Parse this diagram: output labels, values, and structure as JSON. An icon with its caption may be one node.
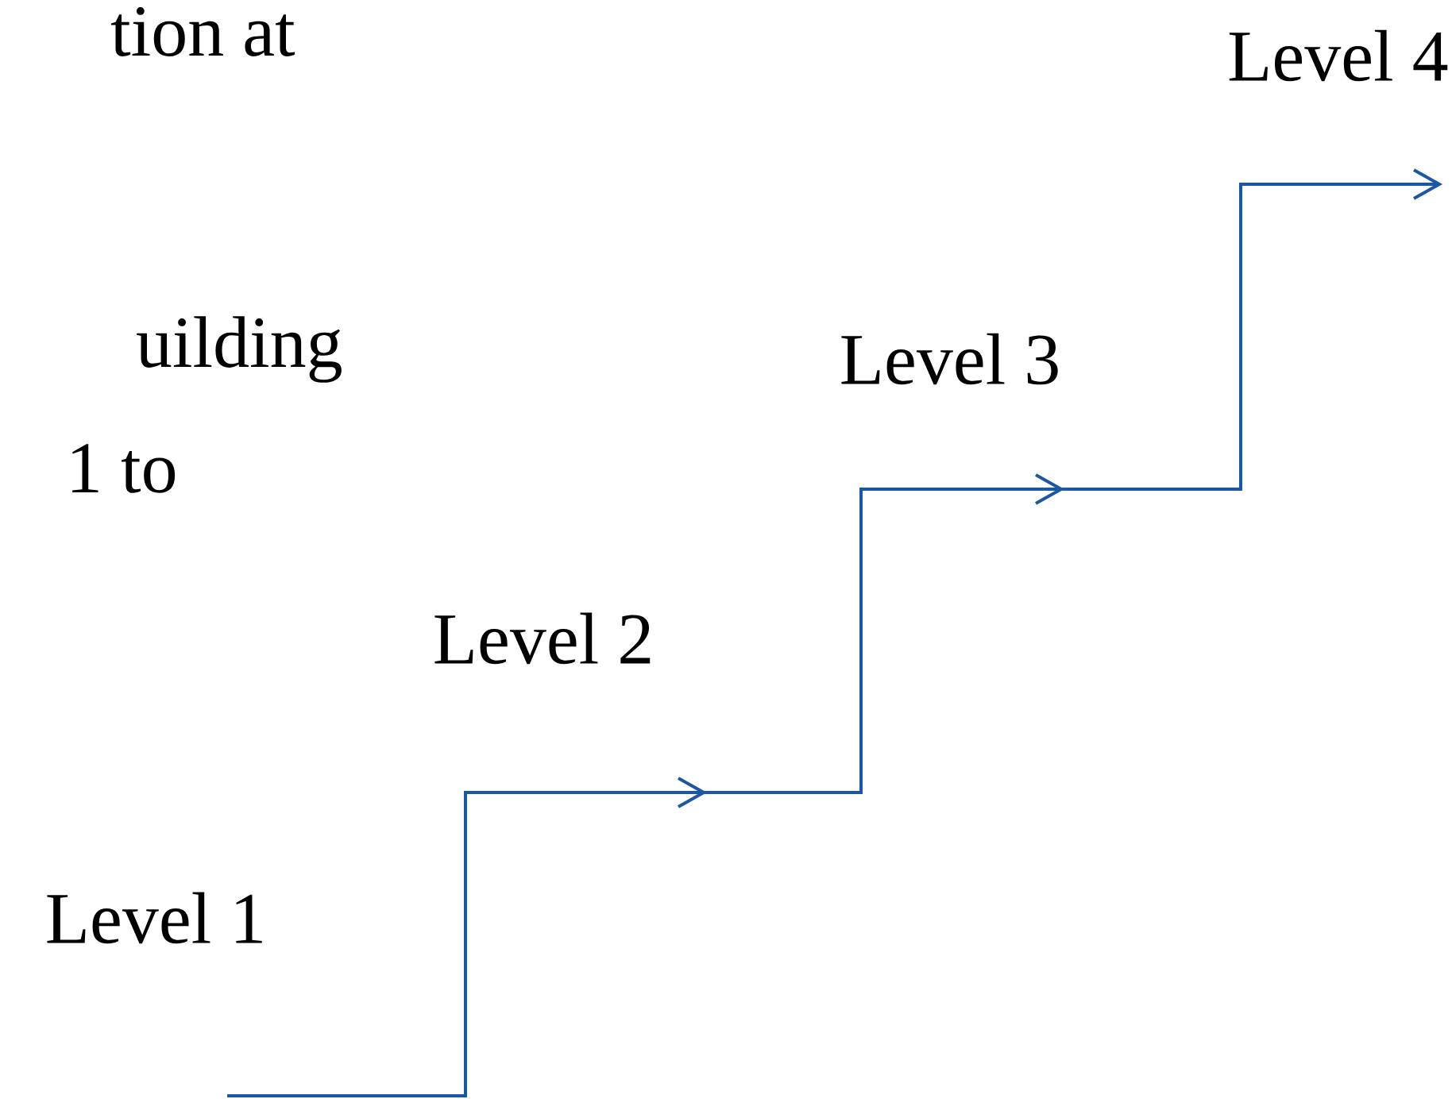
{
  "diagram": {
    "labels": [
      "tion at",
      "uilding",
      "1 to",
      "Level 4",
      "Level 3",
      "Level 2",
      "Level 1"
    ]
  }
}
